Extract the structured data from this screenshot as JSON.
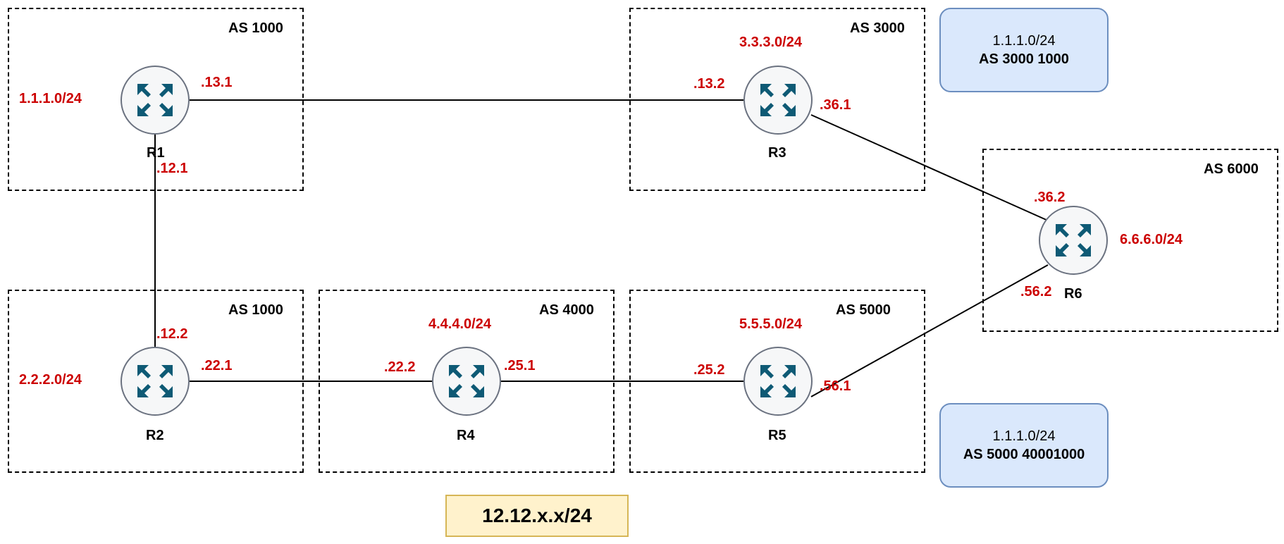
{
  "autonomous_systems": [
    {
      "id": "as1000-top",
      "label": "AS 1000"
    },
    {
      "id": "as3000",
      "label": "AS 3000"
    },
    {
      "id": "as6000",
      "label": "AS 6000"
    },
    {
      "id": "as1000-bottom",
      "label": "AS 1000"
    },
    {
      "id": "as4000",
      "label": "AS 4000"
    },
    {
      "id": "as5000",
      "label": "AS 5000"
    }
  ],
  "routers": [
    {
      "id": "r1",
      "name": "R1"
    },
    {
      "id": "r2",
      "name": "R2"
    },
    {
      "id": "r3",
      "name": "R3"
    },
    {
      "id": "r4",
      "name": "R4"
    },
    {
      "id": "r5",
      "name": "R5"
    },
    {
      "id": "r6",
      "name": "R6"
    }
  ],
  "networks": {
    "r1": "1.1.1.0/24",
    "r2": "2.2.2.0/24",
    "r3": "3.3.3.0/24",
    "r4": "4.4.4.0/24",
    "r5": "5.5.5.0/24",
    "r6": "6.6.6.0/24"
  },
  "interfaces": {
    "r1_r3": ".13.1",
    "r3_r1": ".13.2",
    "r1_r2": ".12.1",
    "r2_r1": ".12.2",
    "r3_r6": ".36.1",
    "r6_r3": ".36.2",
    "r2_r4": ".22.1",
    "r4_r2": ".22.2",
    "r4_r5": ".25.1",
    "r5_r4": ".25.2",
    "r5_r6": ".56.1",
    "r6_r5": ".56.2"
  },
  "notes": [
    {
      "prefix": "1.1.1.0/24",
      "path": "AS 3000 1000"
    },
    {
      "prefix": "1.1.1.0/24",
      "path": "AS 5000 40001000"
    }
  ],
  "subnet_label": "12.12.x.x/24",
  "colors": {
    "ip_text": "#cc0000",
    "router_icon": "#0e5a75",
    "note_fill": "#dae8fc",
    "note_border": "#6c8ebf",
    "subnet_fill": "#fff2cc",
    "subnet_border": "#d6b656"
  },
  "icons": {
    "router": "router-icon"
  }
}
